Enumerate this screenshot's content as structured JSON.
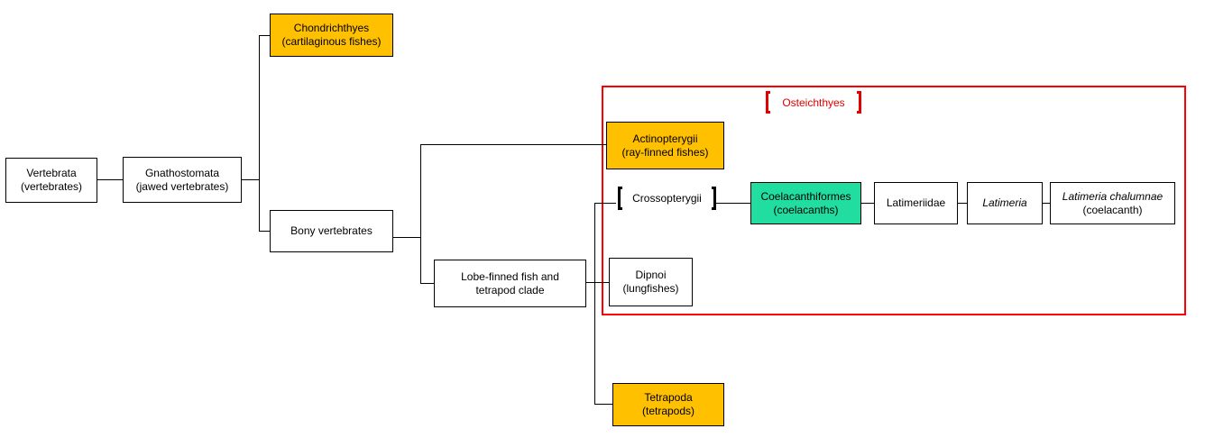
{
  "colors": {
    "highlight_orange": "#ffc000",
    "highlight_teal": "#22dda0",
    "frame_red": "#ff0000",
    "label_red": "#e00000"
  },
  "nodes": {
    "vertebrata": {
      "name": "Vertebrata",
      "common": "(vertebrates)"
    },
    "gnathostomata": {
      "name": "Gnathostomata",
      "common": "(jawed vertebrates)"
    },
    "chondrichthyes": {
      "name": "Chondrichthyes",
      "common": "(cartilaginous fishes)"
    },
    "bony": {
      "name": "Bony vertebrates"
    },
    "actinopterygii": {
      "name": "Actinopterygii",
      "common": "(ray-finned fishes)"
    },
    "lobe_finned": {
      "line1": "Lobe-finned fish and",
      "line2": "tetrapod clade"
    },
    "crossopterygii": {
      "name": "Crossopterygii"
    },
    "coelacanthiformes": {
      "name": "Coelacanthiformes",
      "common": "(coelacanths)"
    },
    "latimeriidae": {
      "name": "Latimeriidae"
    },
    "latimeria": {
      "name": "Latimeria"
    },
    "latimeria_chalumnae": {
      "name": "Latimeria chalumnae",
      "common": "(coelacanth)"
    },
    "dipnoi": {
      "name": "Dipnoi",
      "common": "(lungfishes)"
    },
    "tetrapoda": {
      "name": "Tetrapoda",
      "common": "(tetrapods)"
    }
  },
  "group_label": "Osteichthyes"
}
